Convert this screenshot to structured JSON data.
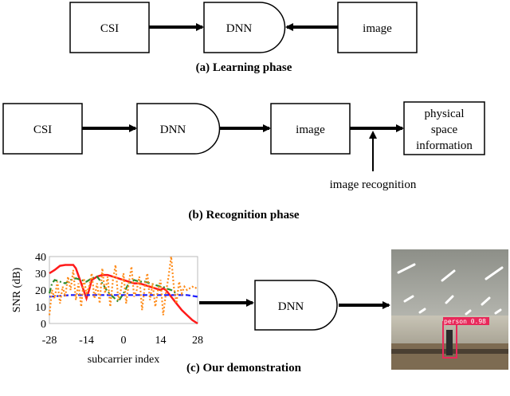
{
  "panel_a": {
    "caption": "(a) Learning phase",
    "csi": "CSI",
    "dnn": "DNN",
    "image": "image"
  },
  "panel_b": {
    "caption": "(b) Recognition phase",
    "csi": "CSI",
    "dnn": "DNN",
    "image": "image",
    "output_line1": "physical",
    "output_line2": "space",
    "output_line3": "information",
    "recognition_label": "image recognition"
  },
  "panel_c": {
    "caption": "(c) Our demonstration",
    "dnn": "DNN",
    "detection_label": "person 0.98"
  },
  "colors": {
    "series_red": "#ff1a1a",
    "series_orange": "#ff8c1a",
    "series_green": "#2e8b2e",
    "series_blue": "#1a1aff",
    "detection_box": "#e8285a"
  },
  "chart_data": {
    "type": "line",
    "xlabel": "subcarrier index",
    "ylabel": "SNR (dB)",
    "xlim": [
      -28,
      28
    ],
    "ylim": [
      0,
      40
    ],
    "xticks": [
      "-28",
      "-14",
      "0",
      "14",
      "28"
    ],
    "yticks": [
      "0",
      "10",
      "20",
      "30",
      "40"
    ],
    "series": [
      {
        "color": "#ff1a1a",
        "dash": "solid",
        "x": [
          -28,
          -26,
          -24,
          -22,
          -20,
          -19,
          -18,
          -16,
          -14,
          -13,
          -12,
          -10,
          -8,
          -6,
          -4,
          -2,
          0,
          2,
          4,
          6,
          8,
          10,
          12,
          14,
          15,
          16,
          18,
          20,
          22,
          24,
          26,
          28
        ],
        "y": [
          30,
          32,
          34.5,
          35,
          35,
          35,
          33,
          24,
          15,
          20,
          26,
          28,
          29,
          29,
          28,
          27,
          26,
          25,
          24,
          24,
          23,
          22,
          21,
          20,
          21,
          20,
          16,
          12,
          8,
          5,
          2,
          0
        ]
      },
      {
        "color": "#2e8b2e",
        "dash": "dashdot",
        "x": [
          -28,
          -27,
          -26,
          -24,
          -22,
          -20,
          -18,
          -16,
          -14,
          -12,
          -10,
          -8,
          -6,
          -4,
          -2,
          0,
          2,
          4,
          6,
          8,
          10,
          12,
          14,
          15,
          16,
          18,
          20
        ],
        "y": [
          18,
          24,
          26,
          25,
          24,
          26,
          27,
          26,
          25,
          27,
          28,
          24,
          19,
          16,
          13,
          18,
          24,
          26,
          25,
          25,
          24,
          23,
          22,
          22,
          21,
          20,
          18
        ]
      },
      {
        "color": "#1a1aff",
        "dash": "dashed",
        "x": [
          -28,
          -20,
          -10,
          0,
          10,
          20,
          24,
          28
        ],
        "y": [
          16,
          17,
          17,
          17,
          17,
          17,
          17,
          16
        ]
      },
      {
        "color": "#ff8c1a",
        "dash": "dotted",
        "x": [
          -28,
          -27,
          -26,
          -25,
          -24,
          -23,
          -22,
          -21,
          -20,
          -19,
          -18,
          -17,
          -16,
          -15,
          -14,
          -13,
          -12,
          -11,
          -10,
          -9,
          -8,
          -7,
          -6,
          -5,
          -4,
          -3,
          -2,
          -1,
          0,
          1,
          2,
          3,
          4,
          5,
          6,
          7,
          8,
          9,
          10,
          11,
          12,
          13,
          14,
          15,
          16,
          17,
          18,
          19,
          20,
          21,
          22,
          23,
          24,
          25,
          26,
          27,
          28
        ],
        "y": [
          5,
          20,
          15,
          25,
          12,
          22,
          16,
          28,
          20,
          32,
          14,
          24,
          10,
          27,
          18,
          22,
          30,
          15,
          24,
          12,
          33,
          18,
          28,
          10,
          26,
          35,
          14,
          20,
          30,
          12,
          24,
          34,
          16,
          20,
          28,
          8,
          22,
          30,
          14,
          24,
          10,
          20,
          26,
          5,
          18,
          28,
          40,
          22,
          12,
          25,
          18,
          22,
          20,
          21,
          22,
          21,
          22
        ]
      }
    ]
  }
}
